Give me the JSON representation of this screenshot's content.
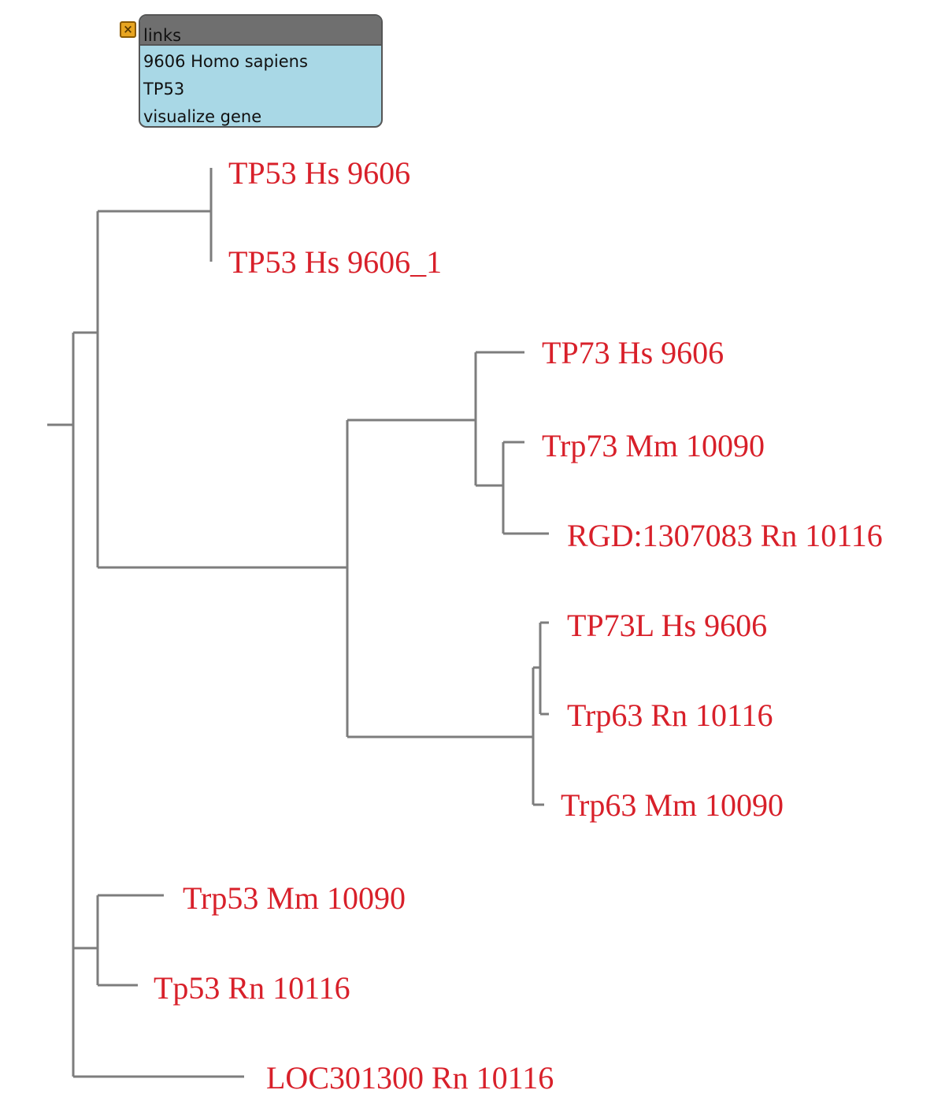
{
  "popup": {
    "title": "links",
    "close_icon": "close-icon",
    "items": [
      "9606 Homo sapiens",
      "TP53",
      "visualize gene"
    ]
  },
  "tree": {
    "label_color": "#d8202a",
    "branch_color": "#7d7d7d",
    "leaves": [
      "TP53 Hs 9606",
      "TP53 Hs 9606_1",
      "TP73 Hs 9606",
      "Trp73 Mm 10090",
      "RGD:1307083 Rn 10116",
      "TP73L Hs 9606",
      "Trp63 Rn 10116",
      "Trp63 Mm 10090",
      "Trp53 Mm 10090",
      "Tp53 Rn 10116",
      "LOC301300 Rn 10116"
    ]
  }
}
